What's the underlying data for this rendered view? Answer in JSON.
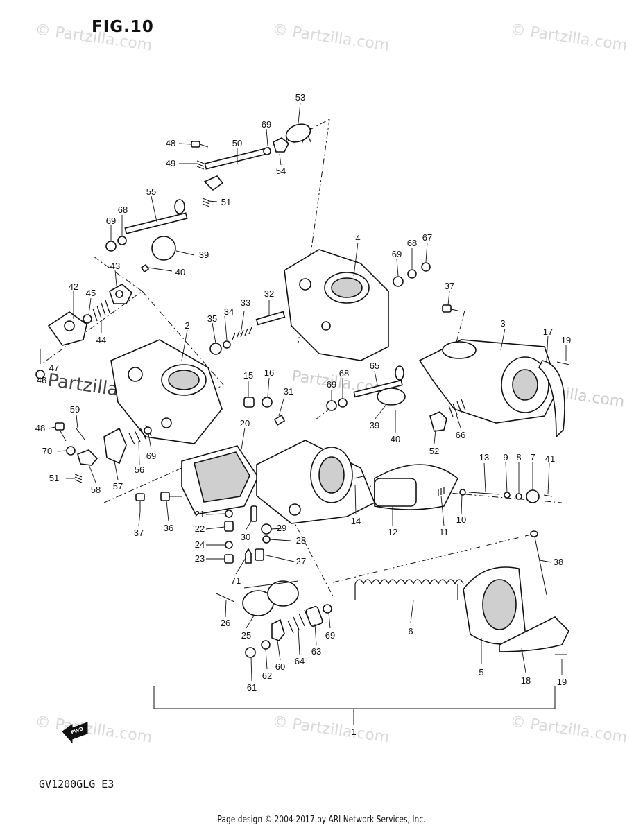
{
  "figure": {
    "title": "FIG.10",
    "model_code": "GV1200GLG  E3",
    "footer": "Page design © 2004-2017 by ARI Network Services, Inc.",
    "fwd_label": "FWD"
  },
  "watermarks": [
    "© Partzilla.com",
    "© Partzilla.com",
    "© Partzilla.com",
    "© Partzilla.com",
    "© Partzilla.com",
    "© Partzilla.com",
    "Partzilla.com",
    "Partzilla.com",
    "Partzilla.com"
  ],
  "callouts": [
    "53",
    "69",
    "48",
    "50",
    "49",
    "54",
    "51",
    "55",
    "68",
    "69",
    "39",
    "40",
    "4",
    "69",
    "68",
    "67",
    "43",
    "42",
    "45",
    "44",
    "47",
    "46",
    "37",
    "3",
    "17",
    "19",
    "2",
    "35",
    "34",
    "33",
    "32",
    "15",
    "16",
    "31",
    "69",
    "68",
    "65",
    "39",
    "40",
    "59",
    "48",
    "70",
    "51",
    "58",
    "57",
    "56",
    "69",
    "20",
    "52",
    "66",
    "13",
    "9",
    "8",
    "7",
    "41",
    "37",
    "36",
    "21",
    "22",
    "24",
    "23",
    "71",
    "30",
    "29",
    "28",
    "27",
    "14",
    "12",
    "11",
    "10",
    "26",
    "25",
    "62",
    "61",
    "60",
    "64",
    "63",
    "69",
    "6",
    "5",
    "18",
    "19",
    "38",
    "1"
  ]
}
